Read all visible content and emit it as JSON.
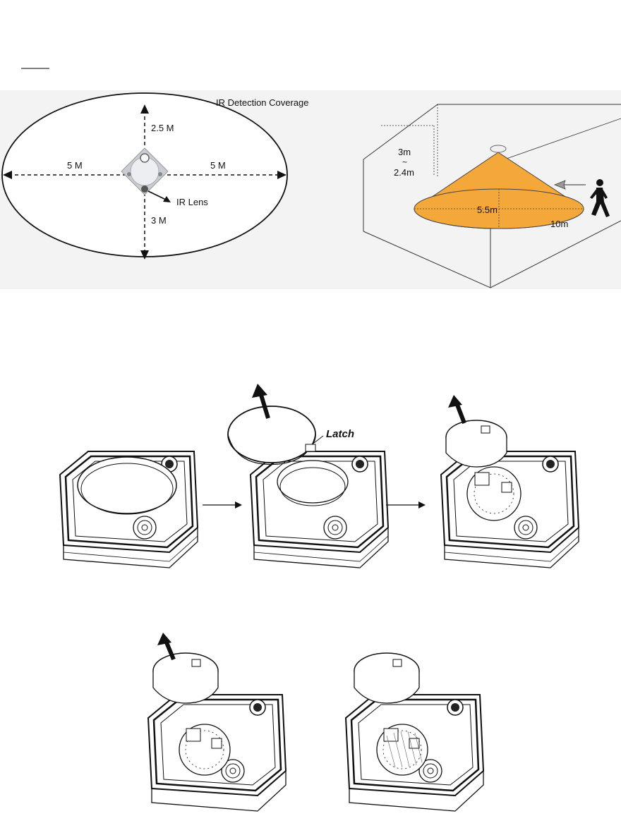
{
  "coverage": {
    "title": "IR Detection Coverage",
    "up": "2.5 M",
    "down": "3 M",
    "left": "5 M",
    "right": "5 M",
    "lens": "IR Lens"
  },
  "room": {
    "height_top": "3m",
    "height_sep": "~",
    "height_bottom": "2.4m",
    "diameter": "5.5m",
    "range": "10m",
    "cone_color": "#f4a83a"
  },
  "steps": {
    "latch": "Latch"
  },
  "icons": [
    "arrow-up-icon",
    "arrow-right-icon",
    "walking-person-icon",
    "sensor-icon"
  ]
}
